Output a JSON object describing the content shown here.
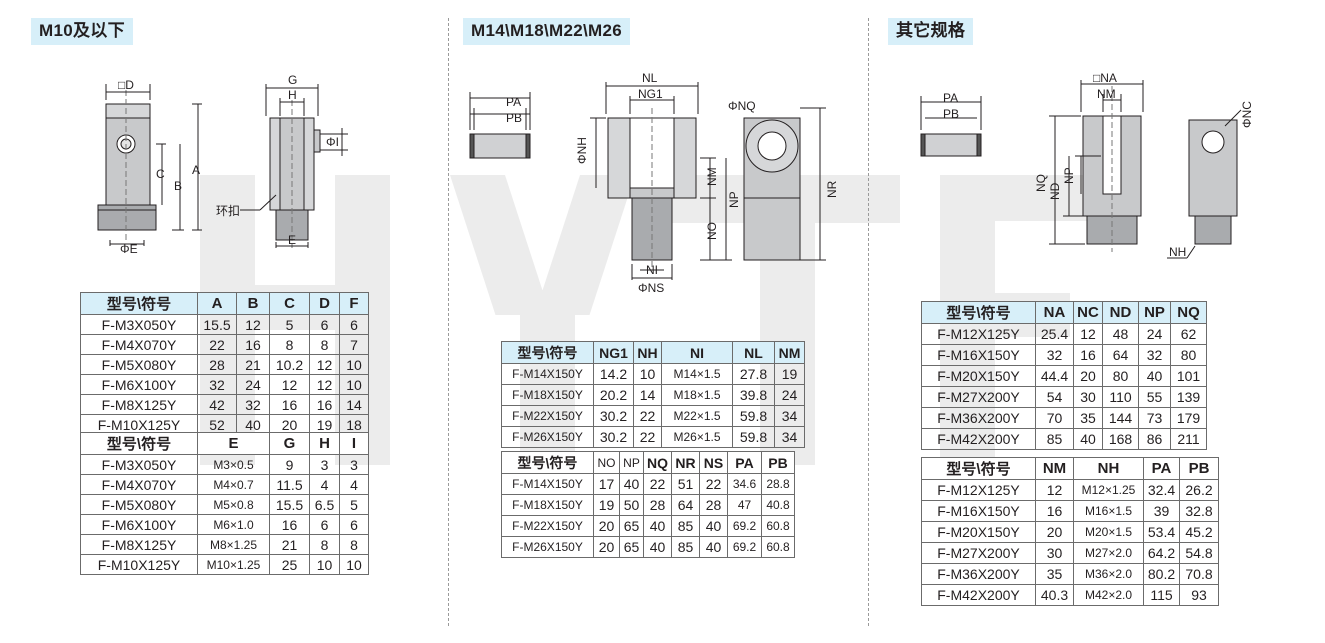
{
  "sections": [
    {
      "title": "M10及以下"
    },
    {
      "title": "M14\\M18\\M22\\M26"
    },
    {
      "title": "其它规格"
    }
  ],
  "drawing_labels": {
    "d1": {
      "D": "□D",
      "C": "C",
      "B": "B",
      "A": "A",
      "E_dia": "ΦE",
      "G": "G",
      "H": "H",
      "I": "ΦI",
      "E": "E",
      "ring": "环扣"
    },
    "d2": {
      "PA": "PA",
      "PB": "PB",
      "NL": "NL",
      "NG1": "NG1",
      "NH": "ΦNH",
      "NM": "NM",
      "NP": "NP",
      "NO": "NO",
      "NI": "NI",
      "NS": "ΦNS",
      "NQ": "ΦNQ",
      "NR": "NR"
    },
    "d3": {
      "PA": "PA",
      "PB": "PB",
      "NA": "□NA",
      "NM": "NM",
      "NQ": "NQ",
      "ND": "ND",
      "NP": "NP",
      "NC": "ΦNC",
      "NH": "NH"
    }
  },
  "tables": {
    "t1a": {
      "header": [
        "型号\\符号",
        "A",
        "B",
        "C",
        "D",
        "F"
      ],
      "rows": [
        [
          "F-M3X050Y",
          "15.5",
          "12",
          "5",
          "6",
          "6"
        ],
        [
          "F-M4X070Y",
          "22",
          "16",
          "8",
          "8",
          "7"
        ],
        [
          "F-M5X080Y",
          "28",
          "21",
          "10.2",
          "12",
          "10"
        ],
        [
          "F-M6X100Y",
          "32",
          "24",
          "12",
          "12",
          "10"
        ],
        [
          "F-M8X125Y",
          "42",
          "32",
          "16",
          "16",
          "14"
        ],
        [
          "F-M10X125Y",
          "52",
          "40",
          "20",
          "19",
          "18"
        ]
      ]
    },
    "t1b": {
      "header": [
        "型号\\符号",
        "E",
        "G",
        "H",
        "I"
      ],
      "rows": [
        [
          "F-M3X050Y",
          "M3×0.5",
          "9",
          "3",
          "3"
        ],
        [
          "F-M4X070Y",
          "M4×0.7",
          "11.5",
          "4",
          "4"
        ],
        [
          "F-M5X080Y",
          "M5×0.8",
          "15.5",
          "6.5",
          "5"
        ],
        [
          "F-M6X100Y",
          "M6×1.0",
          "16",
          "6",
          "6"
        ],
        [
          "F-M8X125Y",
          "M8×1.25",
          "21",
          "8",
          "8"
        ],
        [
          "F-M10X125Y",
          "M10×1.25",
          "25",
          "10",
          "10"
        ]
      ]
    },
    "t2a": {
      "header": [
        "型号\\符号",
        "NG1",
        "NH",
        "NI",
        "NL",
        "NM"
      ],
      "rows": [
        [
          "F-M14X150Y",
          "14.2",
          "10",
          "M14×1.5",
          "27.8",
          "19"
        ],
        [
          "F-M18X150Y",
          "20.2",
          "14",
          "M18×1.5",
          "39.8",
          "24"
        ],
        [
          "F-M22X150Y",
          "30.2",
          "22",
          "M22×1.5",
          "59.8",
          "34"
        ],
        [
          "F-M26X150Y",
          "30.2",
          "22",
          "M26×1.5",
          "59.8",
          "34"
        ]
      ]
    },
    "t2b": {
      "header": [
        "型号\\符号",
        "NO",
        "NP",
        "NQ",
        "NR",
        "NS",
        "PA",
        "PB"
      ],
      "rows": [
        [
          "F-M14X150Y",
          "17",
          "40",
          "22",
          "51",
          "22",
          "34.6",
          "28.8"
        ],
        [
          "F-M18X150Y",
          "19",
          "50",
          "28",
          "64",
          "28",
          "47",
          "40.8"
        ],
        [
          "F-M22X150Y",
          "20",
          "65",
          "40",
          "85",
          "40",
          "69.2",
          "60.8"
        ],
        [
          "F-M26X150Y",
          "20",
          "65",
          "40",
          "85",
          "40",
          "69.2",
          "60.8"
        ]
      ]
    },
    "t3a": {
      "header": [
        "型号\\符号",
        "NA",
        "NC",
        "ND",
        "NP",
        "NQ"
      ],
      "rows": [
        [
          "F-M12X125Y",
          "25.4",
          "12",
          "48",
          "24",
          "62"
        ],
        [
          "F-M16X150Y",
          "32",
          "16",
          "64",
          "32",
          "80"
        ],
        [
          "F-M20X150Y",
          "44.4",
          "20",
          "80",
          "40",
          "101"
        ],
        [
          "F-M27X200Y",
          "54",
          "30",
          "110",
          "55",
          "139"
        ],
        [
          "F-M36X200Y",
          "70",
          "35",
          "144",
          "73",
          "179"
        ],
        [
          "F-M42X200Y",
          "85",
          "40",
          "168",
          "86",
          "211"
        ]
      ]
    },
    "t3b": {
      "header": [
        "型号\\符号",
        "NM",
        "NH",
        "PA",
        "PB"
      ],
      "rows": [
        [
          "F-M12X125Y",
          "12",
          "M12×1.25",
          "32.4",
          "26.2"
        ],
        [
          "F-M16X150Y",
          "16",
          "M16×1.5",
          "39",
          "32.8"
        ],
        [
          "F-M20X150Y",
          "20",
          "M20×1.5",
          "53.4",
          "45.2"
        ],
        [
          "F-M27X200Y",
          "30",
          "M27×2.0",
          "64.2",
          "54.8"
        ],
        [
          "F-M36X200Y",
          "35",
          "M36×2.0",
          "80.2",
          "70.8"
        ],
        [
          "F-M42X200Y",
          "40.3",
          "M42×2.0",
          "115",
          "93"
        ]
      ]
    }
  }
}
